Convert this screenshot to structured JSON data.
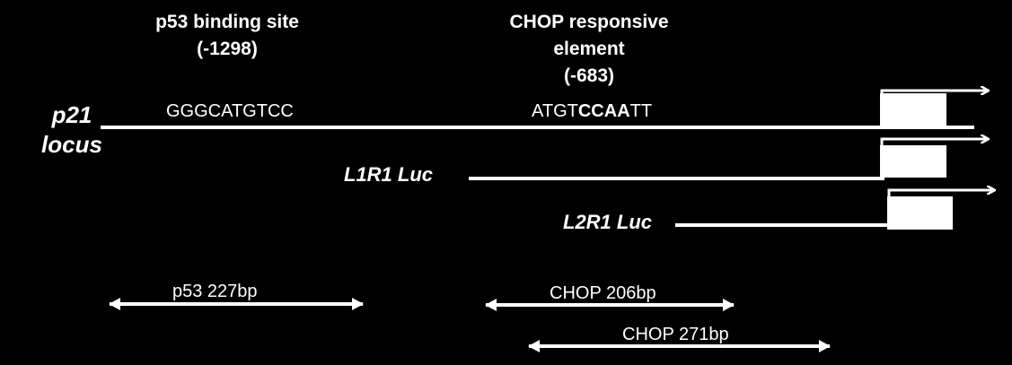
{
  "sites": {
    "p53": {
      "title": "p53 binding site",
      "position": "(-1298)",
      "sequence": "GGGCATGTCC"
    },
    "chop": {
      "title_line1": "CHOP responsive",
      "title_line2": "element",
      "position": "(-683)",
      "sequence_pre": "ATGT",
      "sequence_bold": "CCAA",
      "sequence_post": "TT"
    }
  },
  "locus": {
    "label_line1": "p21",
    "label_line2": "locus"
  },
  "constructs": [
    {
      "label": "L1R1 Luc"
    },
    {
      "label": "L2R1 Luc"
    }
  ],
  "amplicons": [
    {
      "label": "p53 227bp"
    },
    {
      "label": "CHOP 206bp"
    },
    {
      "label": "CHOP 271bp"
    }
  ],
  "colors": {
    "background": "#000000",
    "foreground": "#ffffff"
  }
}
